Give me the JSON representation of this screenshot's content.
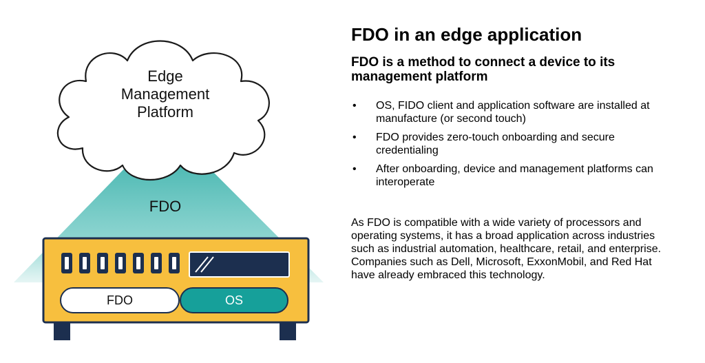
{
  "diagram": {
    "cloud_lines": [
      "Edge",
      "Management",
      "Platform"
    ],
    "beam_label": "FDO",
    "device": {
      "left_pill": "FDO",
      "right_pill": "OS"
    },
    "colors": {
      "beam": "#5fc2bd",
      "device_body": "#f7bf3e",
      "device_outline": "#1c2f4f",
      "os_pill": "#16a09a",
      "cloud_fill": "#ffffff"
    }
  },
  "content": {
    "title": "FDO in an edge application",
    "subtitle": "FDO is a method to connect a device to its management platform",
    "bullet_glyph": "•",
    "bullets": [
      "OS, FIDO client and application software are installed at manufacture (or second touch)",
      "FDO provides zero-touch onboarding and secure credentialing",
      "After onboarding, device and management platforms can interoperate"
    ],
    "paragraph": "As FDO is compatible with a wide variety of processors and operating systems, it has a broad application across industries such as industrial automation, healthcare, retail, and enterprise. Companies such as Dell, Microsoft, ExxonMobil, and Red Hat have already embraced this technology."
  }
}
